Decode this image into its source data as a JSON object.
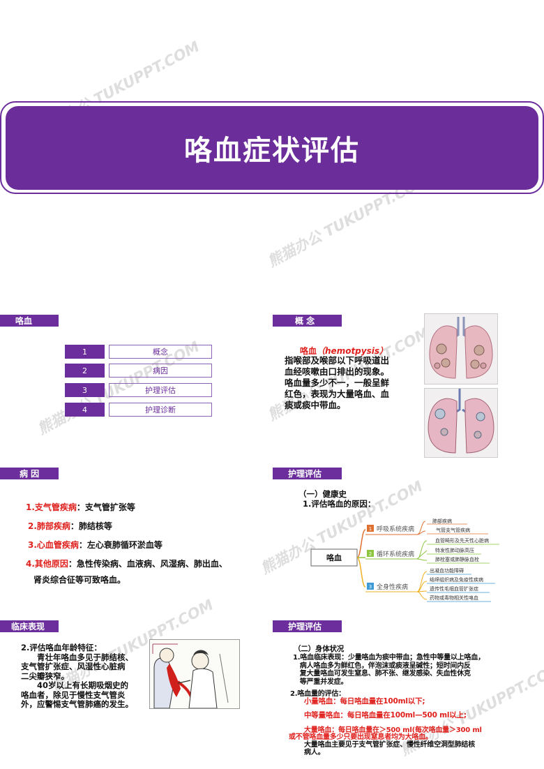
{
  "title": "咯血症状评估",
  "watermark": "熊猫办公 TUKUPPT.COM",
  "slide1": {
    "tab": "咯血",
    "items": [
      {
        "num": "1",
        "label": "概念"
      },
      {
        "num": "2",
        "label": "病因"
      },
      {
        "num": "3",
        "label": "护理评估"
      },
      {
        "num": "4",
        "label": "护理诊断"
      }
    ]
  },
  "slide2": {
    "tab": "概 念",
    "term": "咯血",
    "term_en": "（hemotpysis）",
    "body": "指喉部及喉部以下呼吸道出血经咳嗽由口排出的现象。咯血量多少不一，一般呈鲜红色，表现为大量咯血、血痰或痰中带血。"
  },
  "slide3": {
    "tab": "病 因",
    "causes": [
      {
        "key": "1.支气管疾病",
        "text": "：支气管扩张等"
      },
      {
        "key": "2.肺部疾病",
        "text": "：肺结核等"
      },
      {
        "key": "3.心血管疾病",
        "text": "：左心衰肺循环淤血等"
      },
      {
        "key": "4.其他原因",
        "text": "：急性传染病、血液病、风湿病、肺出血、"
      }
    ],
    "cause_cont": "肾炎综合征等可致咯血。"
  },
  "slide4": {
    "tab": "护理评估",
    "heading1": "（一）健康史",
    "heading2": "1.评估咯血的原因：",
    "root": "咯血",
    "branches": [
      {
        "num": "1",
        "label": "呼吸系统疾病",
        "leaves": [
          "肺部疾病",
          "气管支气管疾病"
        ]
      },
      {
        "num": "2",
        "label": "循环系统疾病",
        "leaves": [
          "血管畸形及先天性心脏病",
          "特发性肺动脉高压",
          "肺栓塞或肺静脉血栓"
        ]
      },
      {
        "num": "3",
        "label": "全身性疾病",
        "leaves": [
          "出凝血功能障碍",
          "结缔组织病及免疫性疾病",
          "遗传性毛细血管扩张症",
          "药物或毒物相关性咯血"
        ]
      }
    ]
  },
  "slide5": {
    "tab": "临床表现",
    "lines": [
      "2.评估咯血年龄特征：",
      "　　青壮年咯血多见于肺结核、",
      "支气管扩张症、风湿性心脏病",
      "二尖瓣狭窄。",
      "　　40岁以上有长期吸烟史的",
      "咯血者，除见于慢性支气管炎",
      "外，应警惕支气管肺癌的发生。"
    ]
  },
  "slide6": {
    "tab": "护理评估",
    "heading": "（二）身体状况",
    "p1": [
      "1.咯血临床表现：少量咯血为痰中带血；急性中等量以上咯血，",
      "　病人咯血多为鲜红色，伴泡沫或痰液呈碱性；短时间内反",
      "　复大量咯血可发生窒息、肺不张、继发感染、失血性休克",
      "　等严重并发症。"
    ],
    "p2_heading": "2.咯血量的评估：",
    "small": "小量咯血：每日咯血量在100ml以下;",
    "medium_key": "中等量咯血：",
    "medium": "每日咯血量在100ml—500 ml以上;",
    "large_key": "大量咯血：",
    "large": "每日咯血量在＞500 ml(每次咯血量＞300 ml",
    "large_cont": "或不管咯血量多少只要出现窒息者均为大咯血。",
    "note1": "大量咯血主要见于支气管扩张症、慢性纤维空洞型肺结核",
    "note2": "病人。"
  },
  "colors": {
    "purple": "#6a2d9a",
    "red": "#e0201c",
    "orange": "#f0a020",
    "green": "#8cc63e",
    "blue": "#3d9ad6"
  }
}
